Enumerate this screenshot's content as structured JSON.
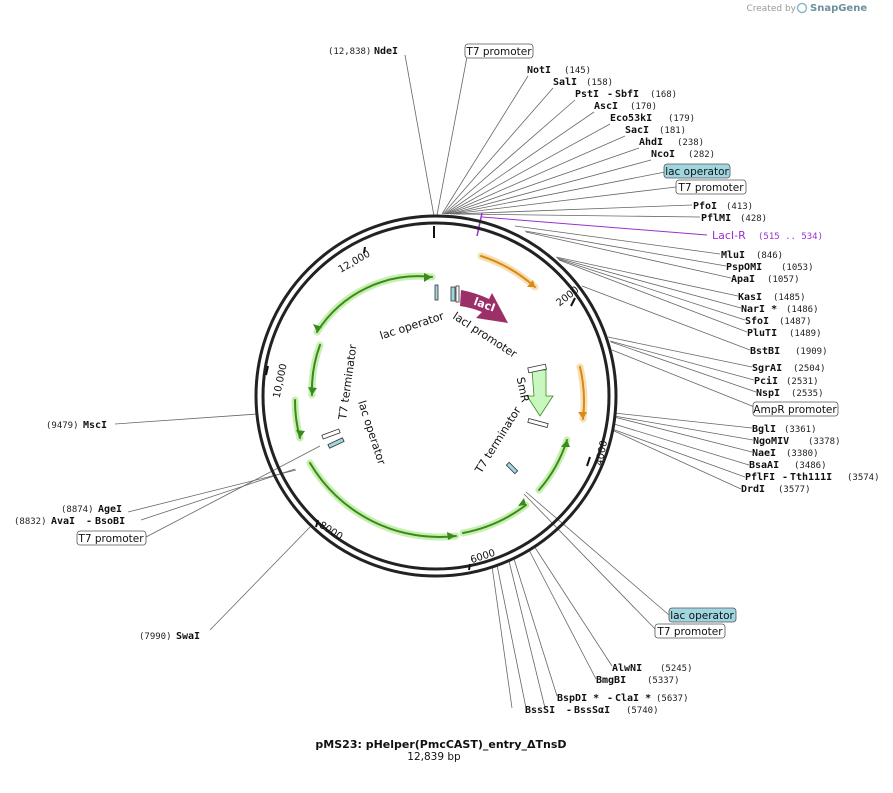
{
  "credit": {
    "text": "Created by",
    "brand": "SnapGene"
  },
  "plasmid": {
    "name": "pMS23: pHelper(PmcCAST)_entry_ΔTnsD",
    "length": "12,839 bp"
  },
  "ticks": [
    "2000",
    "4000",
    "6000",
    "8000",
    "10,000",
    "12,000"
  ],
  "sites": {
    "ndei": {
      "name": "NdeI",
      "pos": "(12,838)"
    },
    "noti": {
      "name": "NotI",
      "pos": "(145)"
    },
    "sali": {
      "name": "SalI",
      "pos": "(158)"
    },
    "psti": {
      "name": "PstI",
      "sep": "-",
      "name2": "SbfI",
      "pos": "(168)"
    },
    "asci": {
      "name": "AscI",
      "pos": "(170)"
    },
    "eco53ki": {
      "name": "Eco53kI",
      "pos": "(179)"
    },
    "saci": {
      "name": "SacI",
      "pos": "(181)"
    },
    "ahdi": {
      "name": "AhdI",
      "pos": "(238)"
    },
    "ncoi": {
      "name": "NcoI",
      "pos": "(282)"
    },
    "pfoi": {
      "name": "PfoI",
      "pos": "(413)"
    },
    "pflmi": {
      "name": "PflMI",
      "pos": "(428)"
    },
    "mlui": {
      "name": "MluI",
      "pos": "(846)"
    },
    "pspomi": {
      "name": "PspOMI",
      "pos": "(1053)"
    },
    "apai": {
      "name": "ApaI",
      "pos": "(1057)"
    },
    "kasi": {
      "name": "KasI",
      "pos": "(1485)"
    },
    "nari": {
      "name": "NarI *",
      "pos": "(1486)"
    },
    "sfoi": {
      "name": "SfoI",
      "pos": "(1487)"
    },
    "pluti": {
      "name": "PluTI",
      "pos": "(1489)"
    },
    "bstbi": {
      "name": "BstBI",
      "pos": "(1909)"
    },
    "sgrai": {
      "name": "SgrAI",
      "pos": "(2504)"
    },
    "pcii": {
      "name": "PciI",
      "pos": "(2531)"
    },
    "nspi": {
      "name": "NspI",
      "pos": "(2535)"
    },
    "bgli": {
      "name": "BglI",
      "pos": "(3361)"
    },
    "ngomiv": {
      "name": "NgoMIV",
      "pos": "(3378)"
    },
    "naei": {
      "name": "NaeI",
      "pos": "(3380)"
    },
    "bsaai": {
      "name": "BsaAI",
      "pos": "(3486)"
    },
    "pflfi": {
      "name": "PflFI",
      "sep": "-",
      "name2": "Tth111I",
      "pos": "(3574)"
    },
    "drdi": {
      "name": "DrdI",
      "pos": "(3577)"
    },
    "alwni": {
      "name": "AlwNI",
      "pos": "(5245)"
    },
    "bmgbi": {
      "name": "BmgBI",
      "pos": "(5337)"
    },
    "bspdi": {
      "name": "BspDI *",
      "sep": "-",
      "name2": "ClaI *",
      "pos": "(5637)"
    },
    "bsssi": {
      "name": "BssSI",
      "sep": "-",
      "name2": "BssSαI",
      "pos": "(5740)"
    },
    "swai": {
      "name": "SwaI",
      "pos": "(7990)"
    },
    "avai": {
      "name": "AvaI",
      "sep": "-",
      "name2": "BsoBI",
      "pos": "(8832)"
    },
    "agei": {
      "name": "AgeI",
      "pos": "(8874)"
    },
    "msci": {
      "name": "MscI",
      "pos": "(9479)"
    }
  },
  "primer": {
    "name": "LacI-R",
    "pos": "(515 .. 534)",
    "color": "#9b30d0"
  },
  "outer_features": {
    "t7_promoter_top": "T7 promoter",
    "lac_operator_top": "lac operator",
    "t7_promoter_mid": "T7 promoter",
    "ampr_promoter": "AmpR promoter",
    "lac_operator_bottom": "lac operator",
    "t7_promoter_bottom": "T7 promoter",
    "t7_promoter_left": "T7 promoter"
  },
  "inner_features": {
    "laci": "lacI",
    "laci_promoter": "lacI promoter",
    "lac_operator_left": "lac operator",
    "smr": "SmR",
    "t7_terminator_right": "T7 terminator",
    "t7_terminator_left": "T7 terminator",
    "lac_operator_inner": "lac operator"
  },
  "colors": {
    "backbone": "#222222",
    "laci": "#9c2f67",
    "orf_green": "#3a8a1c",
    "orf_green_glow": "#c7efb0",
    "orf_orange": "#d88a12",
    "orf_orange_glow": "#f7dfb4",
    "smr": "#c8f7c0",
    "operator_fill": "#9fd6e0",
    "primer": "#9b30d0"
  }
}
